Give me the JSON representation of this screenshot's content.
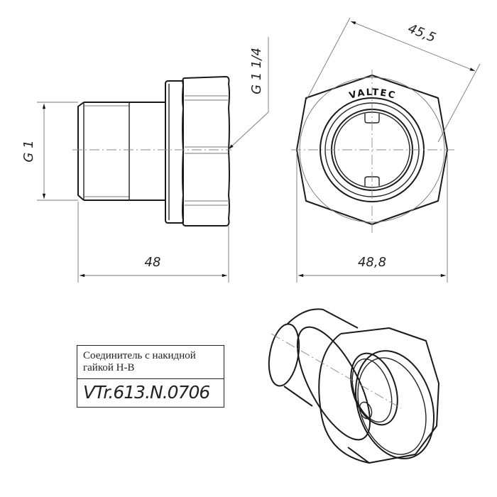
{
  "drawing": {
    "brand_mark": "VALTEC",
    "side_view": {
      "thread_left_label": "G 1",
      "thread_nut_label": "G 1 1/4",
      "length_dim": "48"
    },
    "front_view": {
      "across_flats_dim": "45,5",
      "across_corners_dim": "48,8"
    },
    "title_block": {
      "name": "Соединитель с накидной гайкой Н-В",
      "code": "VTr.613.N.0706"
    }
  }
}
